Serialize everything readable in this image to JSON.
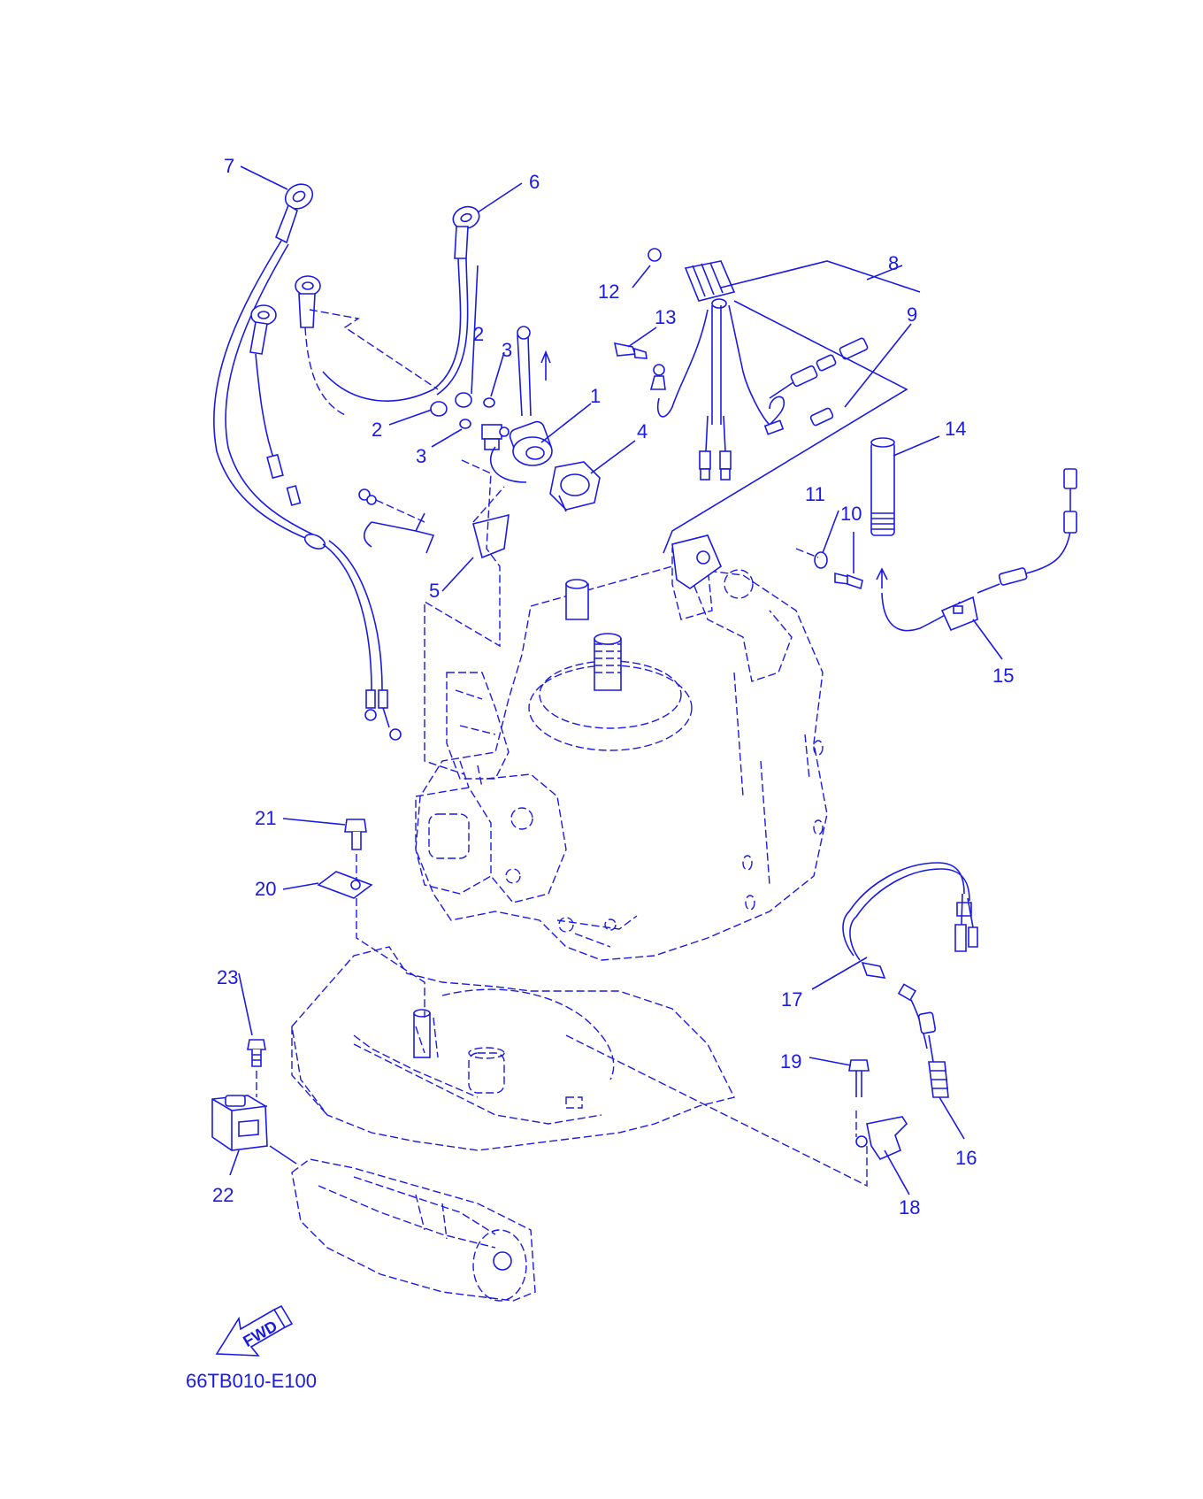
{
  "diagram_code": "66TB010-E100",
  "fwd_label": "FWD",
  "colors": {
    "ink": "#1a1ae6",
    "background": "#ffffff"
  },
  "callouts": [
    "1",
    "2",
    "2",
    "3",
    "3",
    "4",
    "5",
    "6",
    "7",
    "8",
    "9",
    "10",
    "11",
    "12",
    "13",
    "14",
    "15",
    "16",
    "17",
    "18",
    "19",
    "20",
    "21",
    "22",
    "23"
  ]
}
